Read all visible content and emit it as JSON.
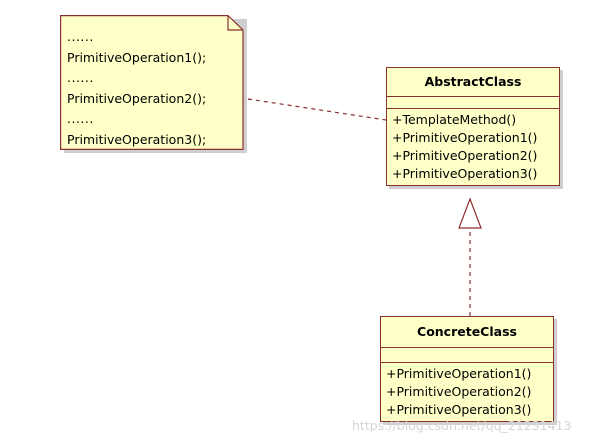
{
  "diagram": {
    "note": {
      "lines": [
        "......",
        "PrimitiveOperation1();",
        "......",
        "PrimitiveOperation2();",
        "......",
        "PrimitiveOperation3();"
      ]
    },
    "abstract_class": {
      "name": "AbstractClass",
      "operations": [
        "+TemplateMethod()",
        "+PrimitiveOperation1()",
        "+PrimitiveOperation2()",
        "+PrimitiveOperation3()"
      ]
    },
    "concrete_class": {
      "name": "ConcreteClass",
      "operations": [
        "+PrimitiveOperation1()",
        "+PrimitiveOperation2()",
        "+PrimitiveOperation3()"
      ]
    },
    "watermark": "https://blog.csdn.net/qq_21231413"
  },
  "colors": {
    "fill": "#ffffc8",
    "border": "#8a2f2f"
  }
}
